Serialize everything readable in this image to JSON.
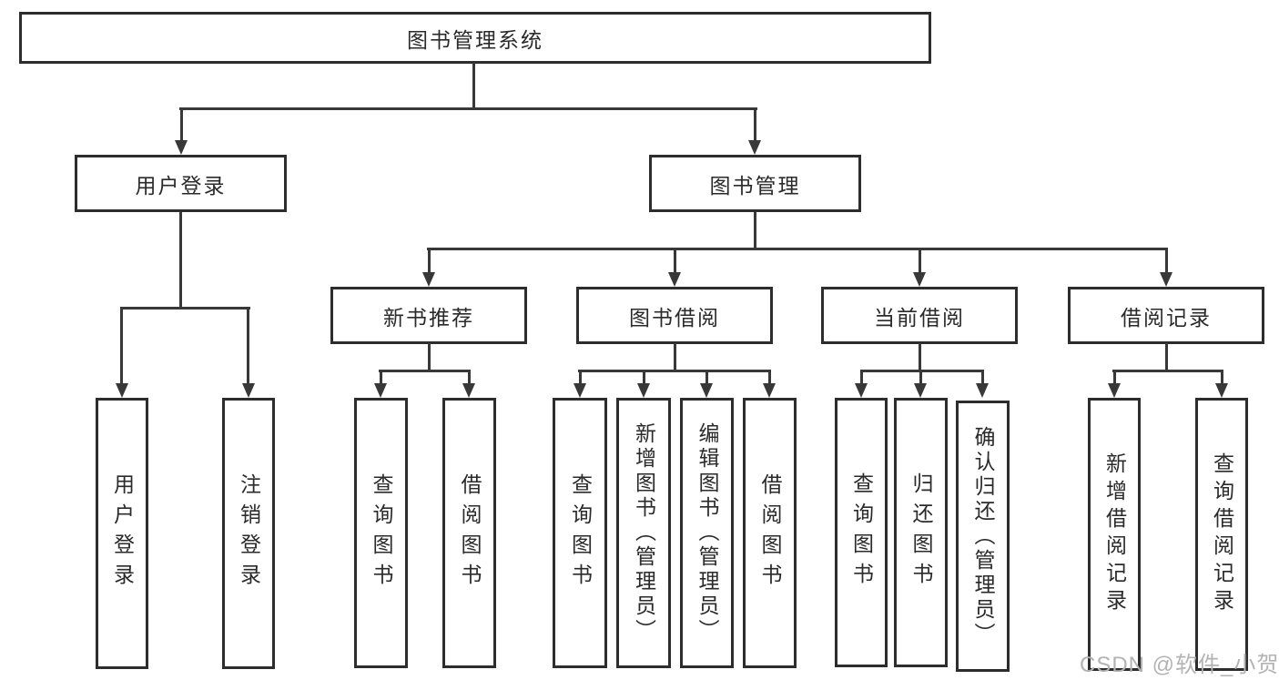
{
  "diagram_title": "图书管理系统",
  "hierarchy": {
    "root": "图书管理系统",
    "children": [
      {
        "label": "用户登录",
        "children": [
          "用户登录",
          "注销登录"
        ]
      },
      {
        "label": "图书管理",
        "children": [
          {
            "label": "新书推荐",
            "children": [
              "查询图书",
              "借阅图书"
            ]
          },
          {
            "label": "图书借阅",
            "children": [
              "查询图书",
              "新增图书（管理员）",
              "编辑图书（管理员）",
              "借阅图书"
            ]
          },
          {
            "label": "当前借阅",
            "children": [
              "查询图书",
              "归还图书",
              "确认归还（管理员）"
            ]
          },
          {
            "label": "借阅记录",
            "children": [
              "新增借阅记录",
              "查询借阅记录"
            ]
          }
        ]
      }
    ]
  },
  "watermark": "CSDN @软件_小贺同学",
  "colors": {
    "line": "#383838",
    "box_border": "#2d2d2d",
    "text": "#2a2a2a",
    "watermark": "#b3b3b3",
    "background": "#ffffff"
  }
}
